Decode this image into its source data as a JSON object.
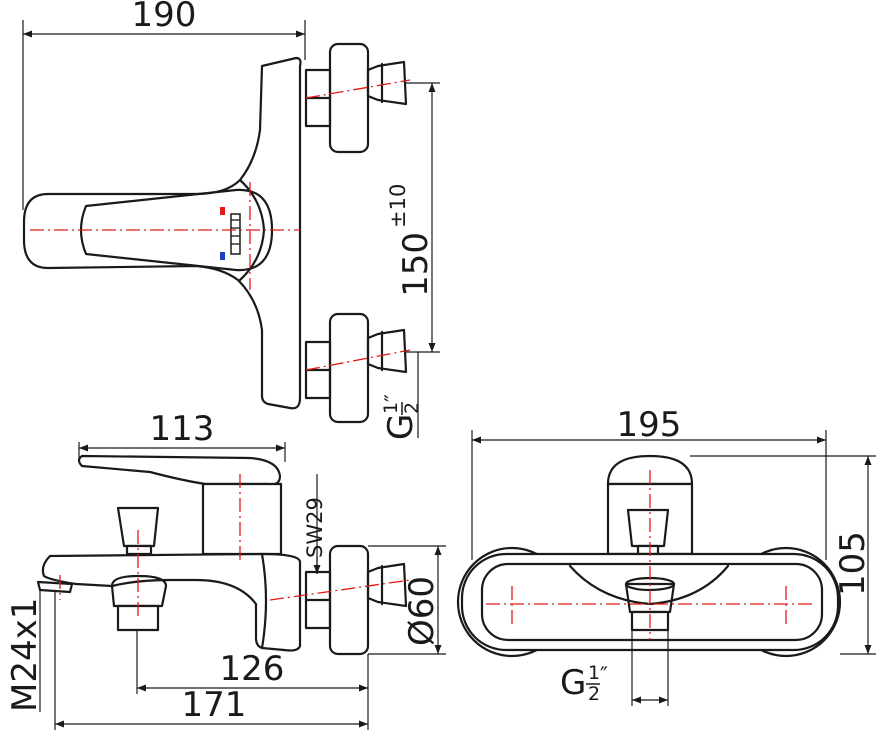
{
  "dimensions": {
    "top_width": "190",
    "inlet_spacing": "150",
    "inlet_spacing_tol": "±10",
    "thread_top": "G",
    "thread_fraction_num": "1",
    "thread_fraction_den": "2",
    "thread_mark": "″",
    "side_handle_depth": "113",
    "wrench_size": "SW29",
    "diameter": "Ø60",
    "spout_reach": "126",
    "total_depth": "171",
    "outlet_thread": "M24x1",
    "front_width": "195",
    "front_height": "105",
    "front_thread": "G"
  },
  "colors": {
    "outline": "#1a1a1a",
    "centerline": "#e21a1a",
    "hot_mark": "#e21a1a",
    "cold_mark": "#1d3fbf"
  }
}
